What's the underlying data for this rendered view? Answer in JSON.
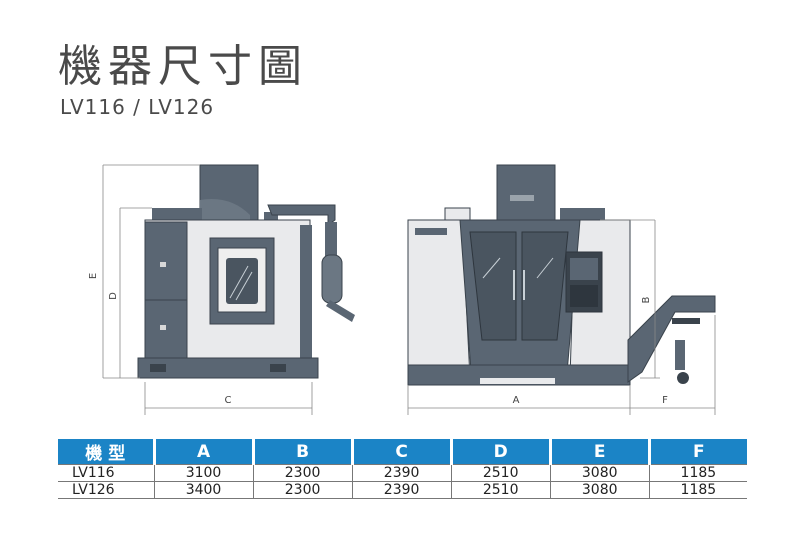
{
  "title": "機器尺寸圖",
  "subtitle": "LV116 / LV126",
  "dimension_labels": {
    "a": "A",
    "b": "B",
    "c": "C",
    "d": "D",
    "e": "E",
    "f": "F"
  },
  "colors": {
    "machine_body": "#5a6673",
    "machine_panel": "#eeeeee",
    "header_bg": "#1b84c6"
  },
  "table": {
    "headers": [
      "機 型",
      "A",
      "B",
      "C",
      "D",
      "E",
      "F"
    ],
    "rows": [
      {
        "model": "LV116",
        "a": "3100",
        "b": "2300",
        "c": "2390",
        "d": "2510",
        "e": "3080",
        "f": "1185"
      },
      {
        "model": "LV126",
        "a": "3400",
        "b": "2300",
        "c": "2390",
        "d": "2510",
        "e": "3080",
        "f": "1185"
      }
    ]
  }
}
